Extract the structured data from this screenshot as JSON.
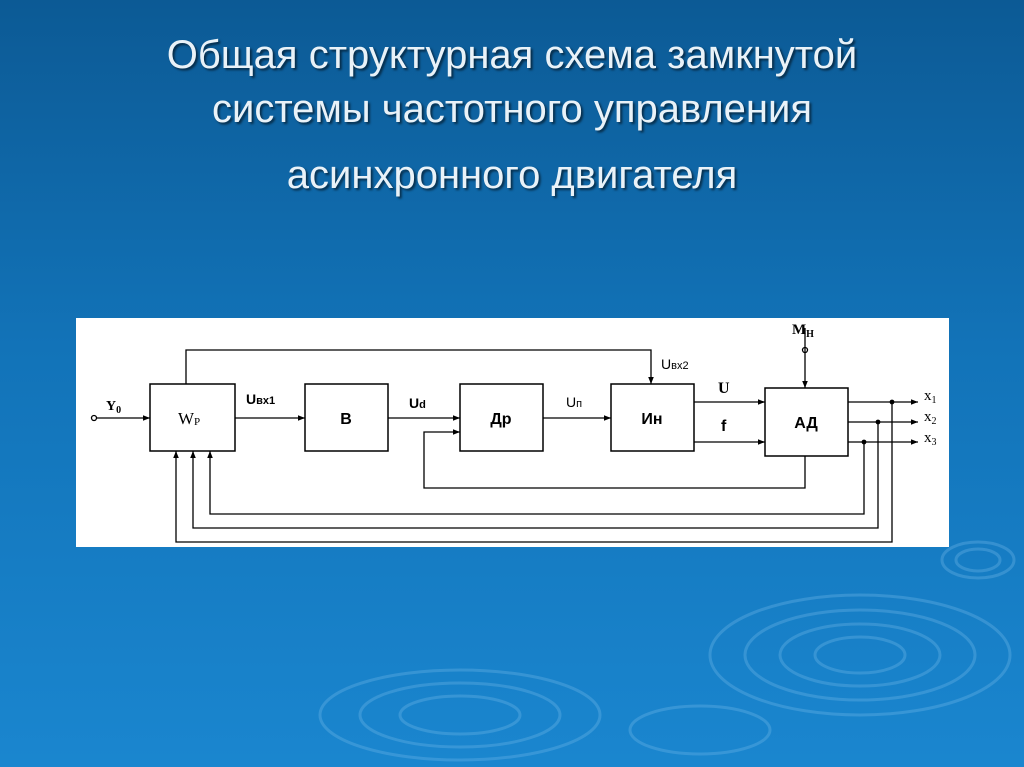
{
  "slide": {
    "title_lines": [
      "Общая структурная схема замкнутой",
      "системы частотного управления",
      "асинхронного двигателя"
    ]
  },
  "diagram": {
    "blocks": {
      "wp": {
        "main": "W",
        "sub": "P"
      },
      "v": "В",
      "dr": "Др",
      "in": "Ин",
      "ad": "АД"
    },
    "signals": {
      "y0": {
        "main": "Y",
        "sub": "0"
      },
      "u_vx1": {
        "main": "U",
        "sub": "вх1"
      },
      "u_d": {
        "main": "U",
        "sub": "d"
      },
      "u_p": {
        "main": "U",
        "sub": "п"
      },
      "u_vx2": {
        "main": "U",
        "sub": "вх2"
      },
      "u": "U",
      "f": "f",
      "m_n": {
        "main": "M",
        "sub": "Н"
      },
      "outputs": [
        {
          "main": "x",
          "sub": "1"
        },
        {
          "main": "x",
          "sub": "2"
        },
        {
          "main": "x",
          "sub": "3"
        }
      ]
    }
  },
  "colors": {
    "background_top": "#0c5a95",
    "background_bottom": "#1a86cf",
    "title_text": "#e9f2f8",
    "diagram_bg": "#ffffff",
    "diagram_ink": "#000000"
  }
}
